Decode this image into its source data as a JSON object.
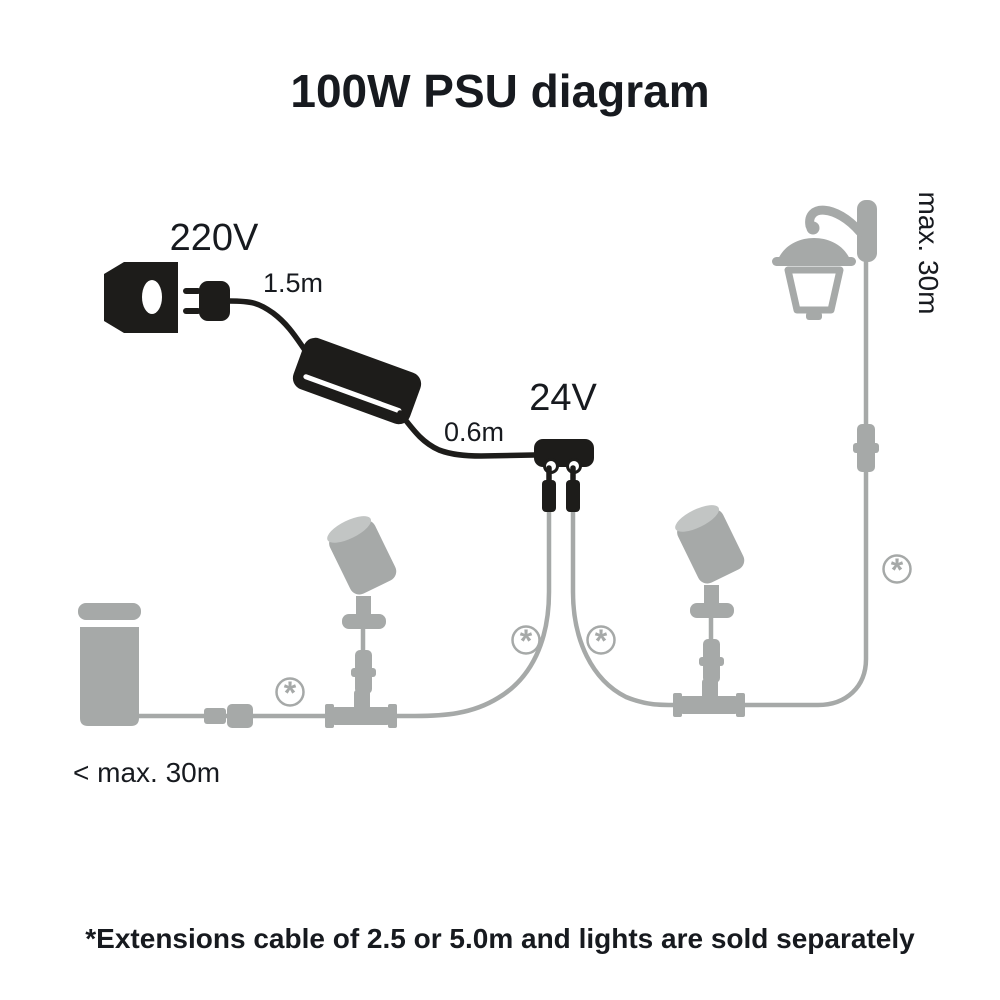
{
  "title": "100W PSU diagram",
  "footnote": "*Extensions cable of 2.5 or 5.0m and lights are sold separately",
  "labels": {
    "input_voltage": "220V",
    "output_voltage": "24V",
    "psu_input_cable": "1.5m",
    "psu_output_cable": "0.6m",
    "left_run_max": "< max. 30m",
    "right_run_max": "max. 30m",
    "extension_marker": "*"
  },
  "icons": {
    "wall_socket": "wall-socket-icon",
    "power_plug": "power-plug-icon",
    "psu": "psu-brick-icon",
    "splitter": "splitter-24v-icon",
    "spotlight": "spotlight-icon",
    "pedestal_light": "pedestal-light-icon",
    "wall_lantern": "wall-lantern-icon",
    "t_connector": "t-connector-icon",
    "extension_marker": "asterisk-circle-icon"
  },
  "colors": {
    "ink": "#1d1c1a",
    "gray": "#a6a9a8",
    "text": "#171a1f",
    "background": "#ffffff"
  }
}
